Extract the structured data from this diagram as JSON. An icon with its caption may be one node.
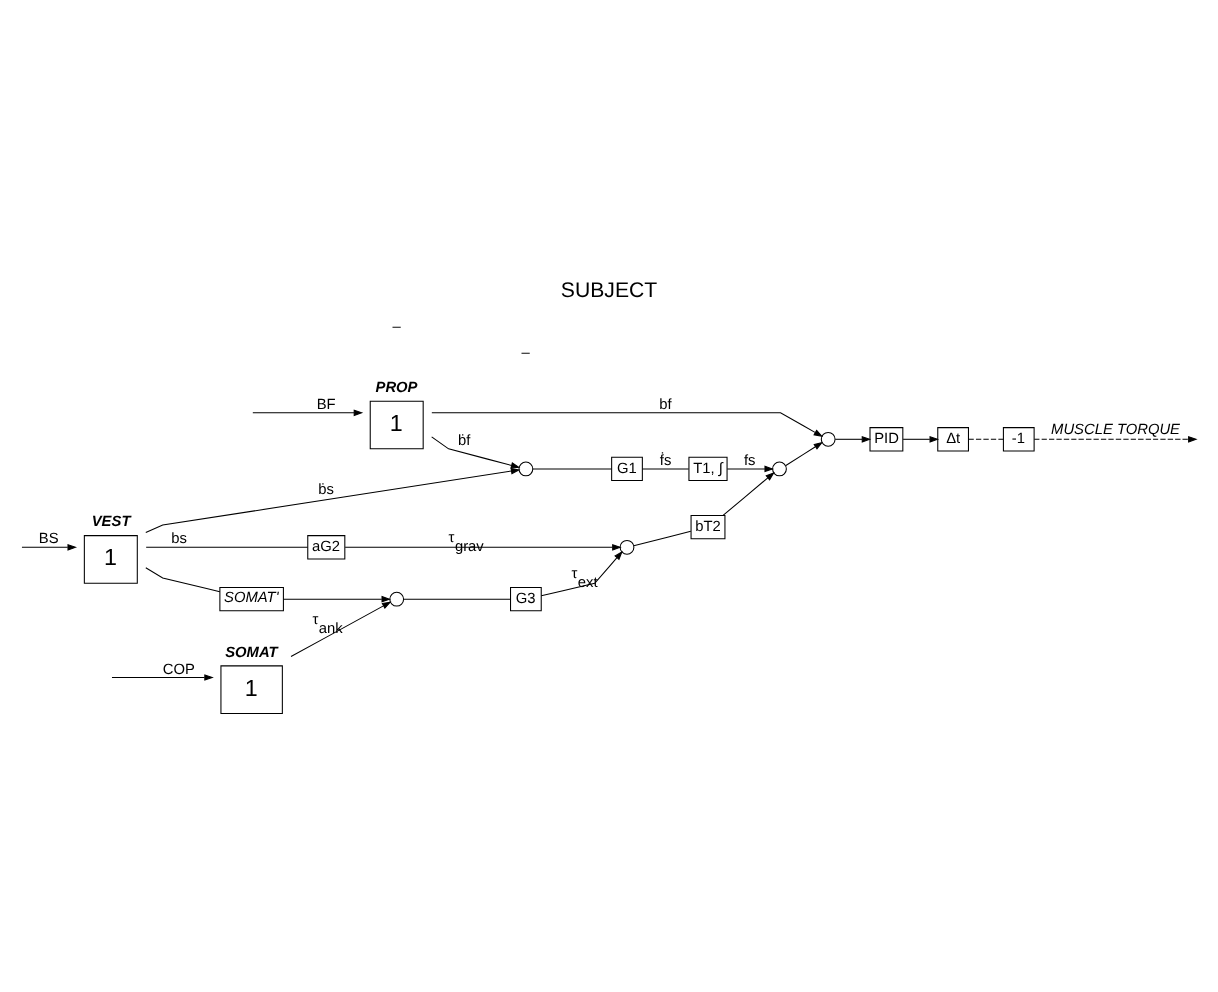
{
  "diagram": {
    "title": "SUBJECT",
    "nodes": [
      {
        "text": [
          "SOMAT",
          "1"
        ]
      },
      {
        "text": [
          "VEST",
          "1"
        ]
      },
      {
        "text": [
          "PROP",
          "1"
        ]
      },
      {
        "text": [],
        "shape": "circle"
      },
      {
        "text": [
          "G3"
        ]
      },
      {
        "text": [
          "SOMAT'"
        ]
      },
      {
        "text": [],
        "shape": "circle"
      },
      {
        "text": [
          "bT2"
        ]
      },
      {
        "text": [
          "aG2"
        ]
      },
      {
        "text": [],
        "shape": "circle"
      },
      {
        "text": [
          "G1"
        ]
      },
      {
        "text": [
          "T1, ∫"
        ]
      },
      {
        "text": [],
        "shape": "circle"
      },
      {
        "text": [],
        "shape": "circle"
      },
      {
        "text": [
          "PID"
        ]
      },
      {
        "text": [
          "Δt"
        ]
      },
      {
        "text": [
          "-1"
        ]
      }
    ],
    "edges": [
      {
        "from": null,
        "to": 0,
        "arrow": "to",
        "label": "COP"
      },
      {
        "from": null,
        "to": 1,
        "arrow": "to",
        "label": "BS"
      },
      {
        "from": null,
        "to": 2,
        "arrow": "to",
        "label": "BF"
      },
      {
        "from": 0,
        "to": 3,
        "arrow": "to",
        "label": "τ$_{ank}$"
      },
      {
        "from": 5,
        "to": 3,
        "arrow": "to"
      },
      {
        "from": 3,
        "to": 4,
        "arrow": "none"
      },
      {
        "from": 4,
        "to": 6,
        "arrow": "to",
        "label": "τ$_{ext}$"
      },
      {
        "from": 1,
        "to": 5,
        "arrow": "none"
      },
      {
        "from": 1,
        "to": 8,
        "arrow": "none",
        "label": "bs"
      },
      {
        "from": 1,
        "to": 9,
        "arrow": "to",
        "label": "ḃs"
      },
      {
        "from": 8,
        "to": 6,
        "arrow": "to",
        "label": "τ$_{grav}$"
      },
      {
        "from": 6,
        "to": 7,
        "arrow": "none"
      },
      {
        "from": 7,
        "to": 12,
        "arrow": "to"
      },
      {
        "from": 9,
        "to": 10,
        "arrow": "none"
      },
      {
        "from": 10,
        "to": 11,
        "arrow": "none",
        "label": "ḟs"
      },
      {
        "from": 11,
        "to": 12,
        "arrow": "to",
        "label": "fs"
      },
      {
        "from": 2,
        "to": 9,
        "arrow": "to",
        "label": "ḃf"
      },
      {
        "from": 2,
        "to": 13,
        "arrow": "to",
        "label": "bf"
      },
      {
        "from": 12,
        "to": 13,
        "arrow": "to"
      },
      {
        "from": 13,
        "to": 14,
        "arrow": "to"
      },
      {
        "from": 14,
        "to": 15,
        "arrow": "to"
      },
      {
        "from": 15,
        "to": 16,
        "arrow": "none",
        "style": "dashed"
      },
      {
        "from": 16,
        "to": null,
        "arrow": "to",
        "style": "dashed",
        "label": "MUSCLE TORQUE"
      }
    ],
    "labels": [
      "–",
      "–"
    ]
  }
}
